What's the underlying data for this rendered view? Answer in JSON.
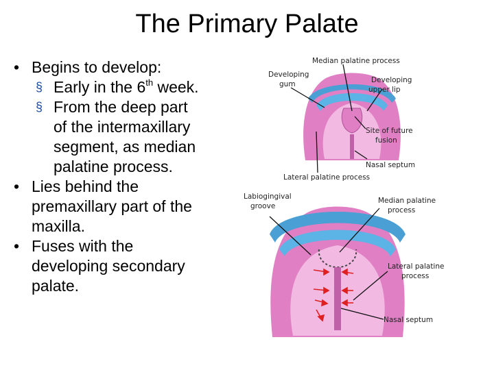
{
  "title": "The Primary Palate",
  "bullets": {
    "b1": "Begins to develop:",
    "sub1_pre": "Early in the 6",
    "sub1_sup": "th",
    "sub1_post": " week.",
    "sub2_l1": "From the deep part",
    "sub2_l2": "of the intermaxillary",
    "sub2_l3": "segment, as median",
    "sub2_l4": "palatine process.",
    "b2_l1": "Lies behind the",
    "b2_l2": "premaxillary part of the",
    "b2_l3": "maxilla.",
    "b3_l1": "Fuses with the",
    "b3_l2": "developing secondary",
    "b3_l3": "palate."
  },
  "figure": {
    "top": {
      "median_palatine_process": "Median palatine process",
      "developing_gum_1": "Developing",
      "developing_gum_2": "gum",
      "developing_upper_lip_1": "Developing",
      "developing_upper_lip_2": "upper lip",
      "site_future_fusion_1": "Site of future",
      "site_future_fusion_2": "fusion",
      "nasal_septum": "Nasal septum",
      "lateral_palatine_process": "Lateral palatine process"
    },
    "bottom": {
      "labiogingival_groove_1": "Labiogingival",
      "labiogingival_groove_2": "groove",
      "median_palatine_process_1": "Median palatine",
      "median_palatine_process_2": "process",
      "lateral_palatine_process_1": "Lateral palatine",
      "lateral_palatine_process_2": "process",
      "nasal_septum": "Nasal septum"
    },
    "colors": {
      "pink": "#e07fc4",
      "pink_light": "#f2b9e2",
      "blue": "#4a9fd4",
      "arrow": "#e02020"
    }
  }
}
